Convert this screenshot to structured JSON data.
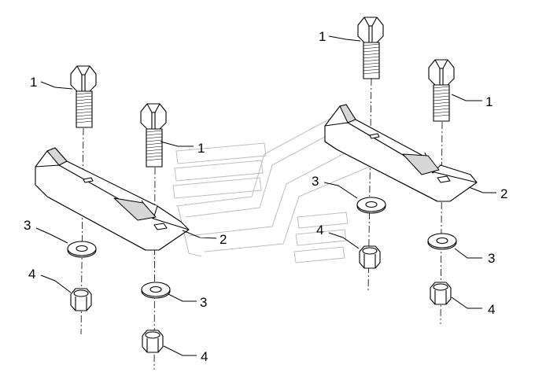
{
  "diagram": {
    "callout_labels": {
      "bolt": "1",
      "plate": "2",
      "washer": "3",
      "nut": "4"
    },
    "colors": {
      "line": "#000000",
      "background": "#ffffff",
      "watermark": "#bdbdbd"
    }
  }
}
